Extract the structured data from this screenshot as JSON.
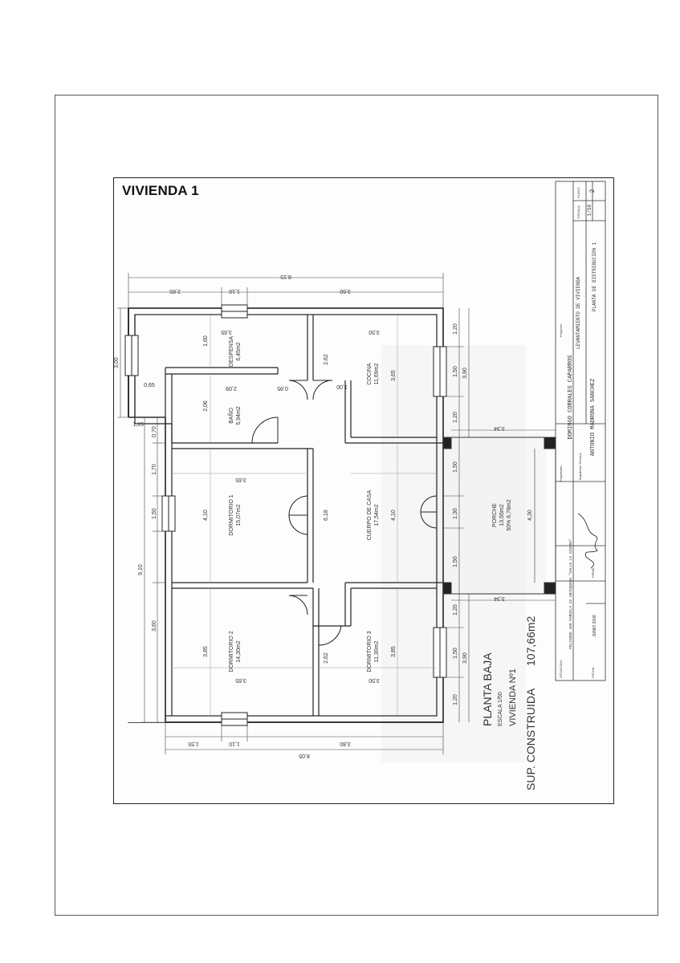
{
  "title": "VIVIENDA 1",
  "rooms": {
    "despensa": {
      "name": "DESPENSA",
      "area": "6,45m2"
    },
    "cocina": {
      "name": "COCINA",
      "area": "11,69m2"
    },
    "bano": {
      "name": "BAÑO",
      "area": "5,94m2"
    },
    "dormitorio1": {
      "name": "DORMITORIO 1",
      "area": "15,07m2"
    },
    "cuerpo": {
      "name": "CUERPO DE CASA",
      "area": "17,54m2"
    },
    "porche": {
      "name": "PORCHE",
      "area": "13,55m2",
      "note": "50% 6,78m2"
    },
    "dormitorio2": {
      "name": "DORMITORIO 2",
      "area": "14,30m2"
    },
    "dormitorio3": {
      "name": "DORMITORIO 3",
      "area": "11,30m2"
    }
  },
  "dims": {
    "top_total": "8,15",
    "top_a": "2,65",
    "top_b": "1,10",
    "top_c": "3,60",
    "bottom_total": "8,05",
    "bottom_a": "1,55",
    "bottom_b": "1,10",
    "bottom_c": "3,80",
    "left_total": "9,10",
    "left_a": "3,00",
    "left_b": "0,65",
    "left_c": "1,15",
    "left_d": "0,70",
    "left_e": "1,70",
    "left_f": "1,50",
    "left_g": "3,60",
    "right_a": "1,20",
    "right_b": "1,50",
    "right_c": "1,20",
    "right_d": "3,90",
    "right_e": "1,50",
    "right_f": "1,30",
    "right_g": "1,50",
    "right_h": "1,20",
    "right_i": "1,50",
    "right_j": "1,20",
    "right_k": "3,90",
    "porch_top": "3,34",
    "porch_bottom": "3,34",
    "porch_depth": "4,30",
    "despensa_w": "3,65",
    "despensa_h": "1,60",
    "cocina_w": "3,50",
    "cocina_h": "3,65",
    "bano_w": "2,06",
    "bano_h": "2,09",
    "bano_d": "0,95",
    "cocina_d1": "2,62",
    "cocina_d2": "1,00",
    "dorm1_w": "3,65",
    "dorm1_h": "4,10",
    "cuerpo_h": "4,10",
    "cuerpo_w": "6,18",
    "dorm2_w": "3,65",
    "dorm2_h": "3,85",
    "dorm3_w": "3,50",
    "dorm3_h": "3,85",
    "dorm3_d": "2,62"
  },
  "labels": {
    "planta": "PLANTA BAJA",
    "escala": "ESCALA 1/50",
    "vivienda": "VIVIENDA Nº1",
    "sup": "SUP. CONSTRUIDA",
    "sup_value": "107,66m2"
  },
  "cartouche": {
    "proyecto_label": "Proyecto:",
    "proyecto": "LEVANTAMIENTO DE VIVIENDA",
    "plano": "PLANTA DE DISTRIBUCION 1",
    "escala_label": "ESCALA",
    "escala": "1/50",
    "plano_label": "PLANO",
    "plano_num": "2",
    "propietario_label": "Propietario:",
    "propietario": "DOMINGO CORRALES CAPARROS",
    "arquitecto_label": "Arquitecto Técnico:",
    "arquitecto": "ANTONIO MADRONA SANCHEZ",
    "situacion_label": "SITUACION:",
    "situacion": "POLIGONO 189 PARCELA 32 ANTEQUERA \"VALLE LA SIERRA\"",
    "firma_label": "FIRMA",
    "fecha_label": "FECHA",
    "fecha": "JUNIO 2008"
  }
}
